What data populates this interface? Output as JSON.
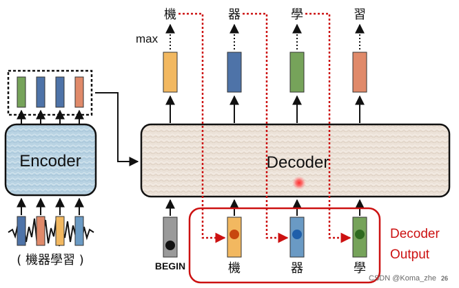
{
  "encoder": {
    "label": "Encoder",
    "input_caption": "( 機器學習 )",
    "output_vector_colors": [
      "#76a35a",
      "#4e73a8",
      "#4e73a8",
      "#e08a6a"
    ],
    "input_vector_colors": [
      "#4e73a8",
      "#e08a6a",
      "#f2b860",
      "#6a9ac4"
    ]
  },
  "decoder": {
    "label": "Decoder",
    "output_label": "Decoder\nOutput",
    "max_label": "max",
    "begin_label": "BEGIN",
    "outputs": [
      {
        "char": "機",
        "color": "#f2b860"
      },
      {
        "char": "器",
        "color": "#4e73a8"
      },
      {
        "char": "學",
        "color": "#76a35a"
      },
      {
        "char": "習",
        "color": "#e08a6a"
      }
    ],
    "inputs": [
      {
        "label": "BEGIN",
        "color": "#9a9a9a",
        "dot": "#111111"
      },
      {
        "label": "機",
        "color": "#f2b860",
        "dot": "#c8460e"
      },
      {
        "label": "器",
        "color": "#6a9ac4",
        "dot": "#1f5faa"
      },
      {
        "label": "學",
        "color": "#76a35a",
        "dot": "#2f6a1f"
      }
    ]
  },
  "colors": {
    "feedback_arrow": "#cc1111",
    "highlight_box": "#cc1111",
    "box_stroke": "#111111"
  },
  "watermark": "CSDN @Koma_zhe",
  "page_number": "26"
}
